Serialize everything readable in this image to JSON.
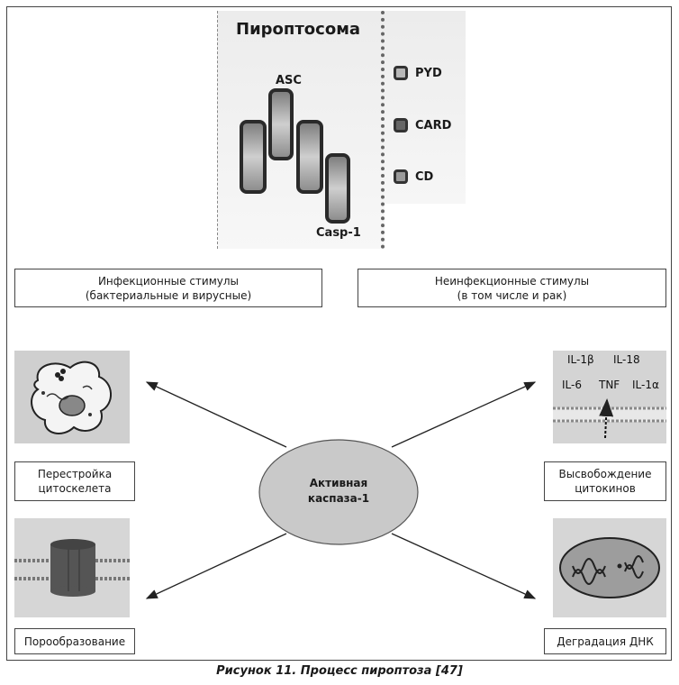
{
  "pyroptosome": {
    "title": "Пироптосома",
    "asc_label": "ASC",
    "casp_label": "Casp-1",
    "legend": [
      {
        "label": "PYD",
        "color": "#b8b8b8"
      },
      {
        "label": "CARD",
        "color": "#666666"
      },
      {
        "label": "CD",
        "color": "#9a9a9a"
      }
    ]
  },
  "stimuli": {
    "infectious_line1": "Инфекционные стимулы",
    "infectious_line2": "(бактериальные и вирусные)",
    "noninfectious_line1": "Неинфекционные стимулы",
    "noninfectious_line2": "(в том числе и рак)"
  },
  "center": {
    "line1": "Активная",
    "line2": "каспаза-1"
  },
  "outcomes": {
    "cytoskeleton_line1": "Перестройка",
    "cytoskeleton_line2": "цитоскелета",
    "cytokines_line1": "Высвобождение",
    "cytokines_line2": "цитокинов",
    "pores": "Порообразование",
    "dna": "Деградация ДНК"
  },
  "cytokine_labels": {
    "il1b": "IL-1β",
    "il18": "IL-18",
    "il6": "IL-6",
    "tnf": "TNF",
    "il1a": "IL-1α"
  },
  "caption": "Рисунок 11. Процесс пироптоза [47]"
}
